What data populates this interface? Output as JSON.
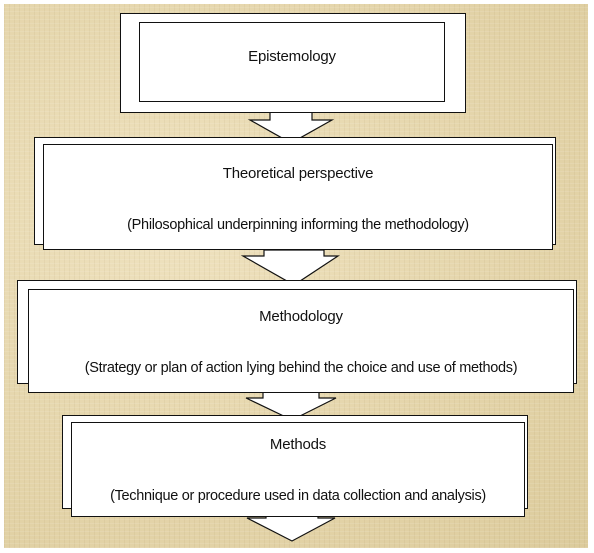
{
  "diagram": {
    "nodes": [
      {
        "id": "epistemology",
        "title": "Epistemology"
      },
      {
        "id": "theoretical-perspective",
        "title": "Theoretical perspective",
        "description": "(Philosophical underpinning informing the methodology)"
      },
      {
        "id": "methodology",
        "title": "Methodology",
        "description": "(Strategy or plan of action lying behind the choice and use of methods)"
      },
      {
        "id": "methods",
        "title": "Methods",
        "description": "(Technique or procedure used in data collection and analysis)"
      }
    ],
    "edges": [
      {
        "from": "epistemology",
        "to": "theoretical-perspective"
      },
      {
        "from": "theoretical-perspective",
        "to": "methodology"
      },
      {
        "from": "methodology",
        "to": "methods"
      },
      {
        "from": "methods",
        "to": null
      }
    ],
    "colors": {
      "background": "#e7d9b2",
      "box_fill": "#ffffff",
      "stroke": "#111111"
    }
  }
}
